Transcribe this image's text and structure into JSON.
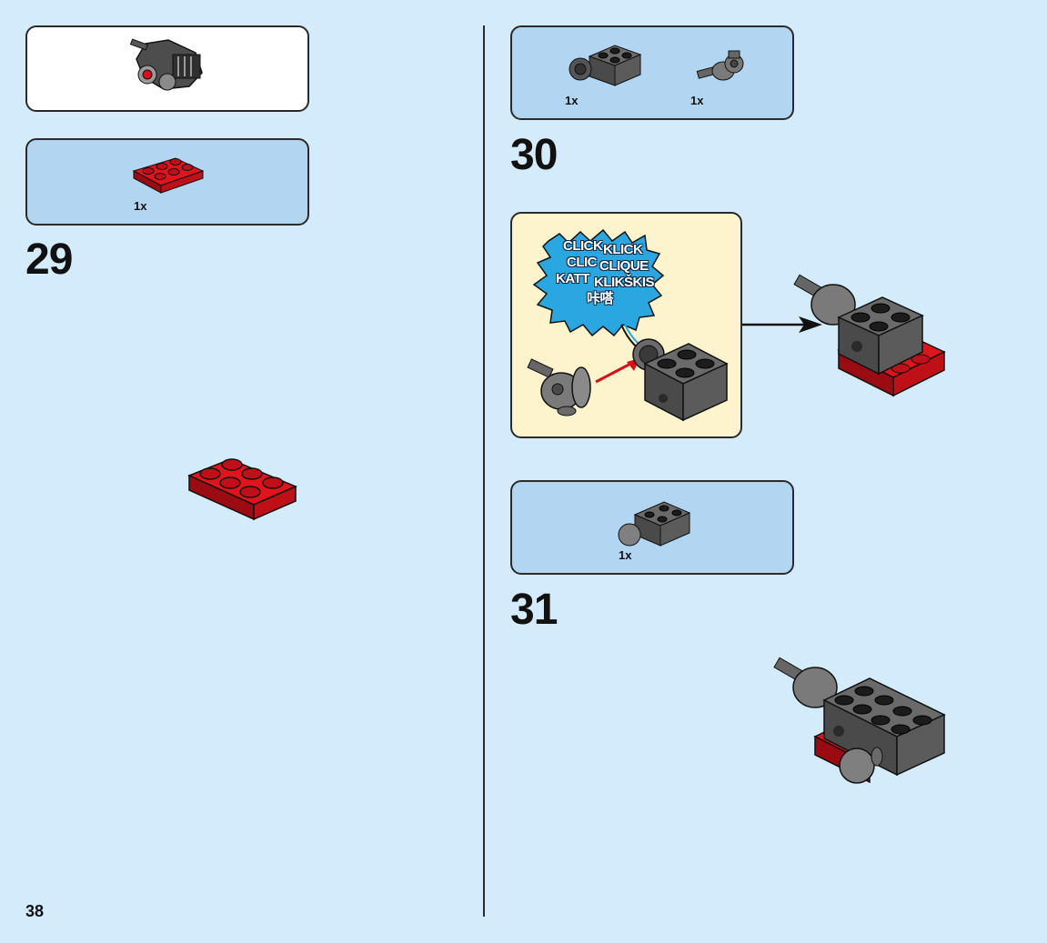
{
  "page": {
    "number": "38"
  },
  "colors": {
    "background": "#d3ebfa",
    "parts_box": "#b2d6f1",
    "callout_box": "#fdf4cd",
    "red_brick": "#d7101a",
    "dark_grey_brick": "#5b5b5b",
    "burst": "#2aa7e0"
  },
  "left_column": {
    "subassembly_preview": {
      "icon": "engine-assembly-icon"
    },
    "step29": {
      "number": "29",
      "parts": [
        {
          "icon": "red-plate-2x3-icon",
          "qty": "1x"
        }
      ],
      "model": {
        "icon": "red-plate-2x3-icon"
      }
    }
  },
  "right_column": {
    "step30": {
      "number": "30",
      "parts": [
        {
          "icon": "grey-brick-2x2-with-socket-icon",
          "qty": "1x"
        },
        {
          "icon": "grey-ball-joint-connector-icon",
          "qty": "1x"
        }
      ],
      "callout": {
        "click_words": [
          "CLICK",
          "KLICK",
          "CLIC",
          "CLIQUE",
          "KATT",
          "KLIKŠKIS",
          "咔嗒"
        ]
      }
    },
    "step31": {
      "number": "31",
      "parts": [
        {
          "icon": "grey-brick-with-ball-icon",
          "qty": "1x"
        }
      ]
    }
  }
}
